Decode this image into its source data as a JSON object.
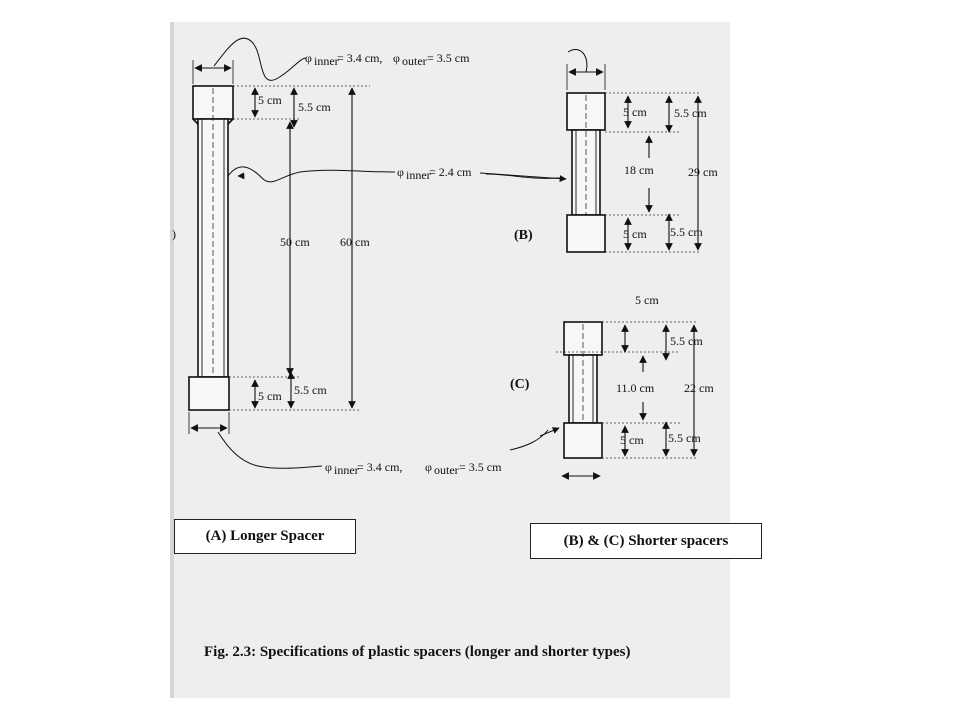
{
  "figure": {
    "caption": "Fig. 2.3: Specifications of plastic spacers (longer and shorter types)",
    "box_a": "(A) Longer Spacer",
    "box_bc": "(B) & (C) Shorter spacers",
    "label_b": "(B)",
    "label_c": "(C)",
    "label_a_fragment": ")"
  },
  "diameters": {
    "top_phi": "φ",
    "top_inner_sub": "inner",
    "top_inner_value": "= 3.4 cm,",
    "top_outer_sub": "outer",
    "top_outer_value": "= 3.5 cm",
    "mid_phi": "φ",
    "mid_inner_sub": "inner",
    "mid_inner_value": "= 2.4 cm",
    "bot_phi": "φ",
    "bot_inner_sub": "inner",
    "bot_inner_value": "= 3.4 cm,",
    "bot_outer_sub": "outer",
    "bot_outer_value": "= 3.5 cm"
  },
  "spacer_a": {
    "top_collar": "5 cm",
    "top_collar_total": "5.5 cm",
    "body": "50 cm",
    "total": "60 cm",
    "bottom_collar": "5 cm",
    "bottom_collar_total": "5.5 cm"
  },
  "spacer_b": {
    "top_collar": "5 cm",
    "top_collar_total": "5.5 cm",
    "body": "18 cm",
    "total": "29 cm",
    "bottom_collar": "5 cm",
    "bottom_collar_total": "5.5 cm"
  },
  "spacer_c": {
    "above_label": "5 cm",
    "top_collar_total": "5.5 cm",
    "body": "11.0 cm",
    "total": "22 cm",
    "bottom_collar": "5 cm",
    "bottom_collar_total": "5.5 cm"
  }
}
